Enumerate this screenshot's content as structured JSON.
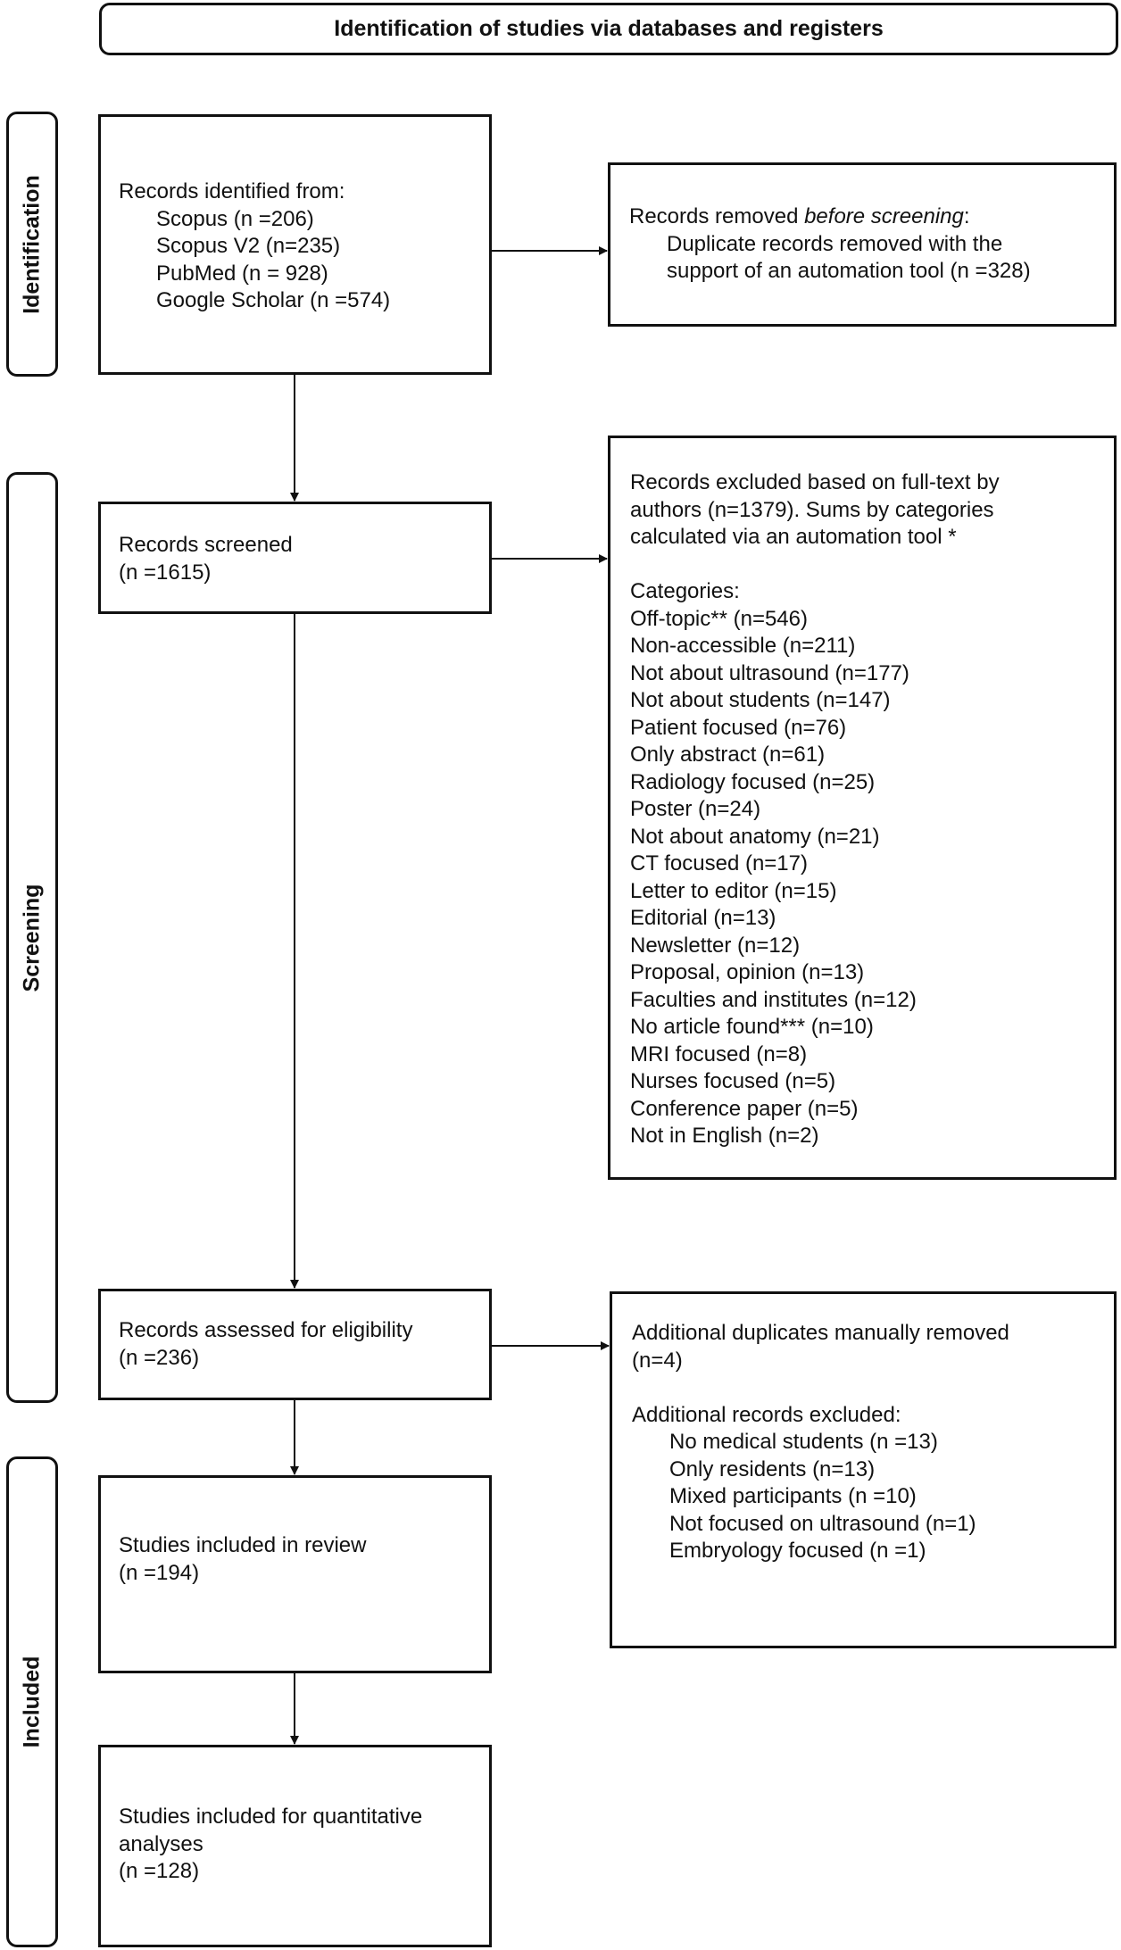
{
  "header": {
    "title": "Identification of studies via databases and registers"
  },
  "phases": {
    "identification": "Identification",
    "screening": "Screening",
    "included": "Included"
  },
  "identified": {
    "heading": "Records identified from:",
    "sources": [
      "Scopus (n =206)",
      "Scopus V2 (n=235)",
      "PubMed (n = 928)",
      "Google Scholar (n =574)"
    ]
  },
  "removed": {
    "heading_prefix": "Records removed ",
    "heading_em": "before screening",
    "heading_suffix": ":",
    "line1": "Duplicate records removed with the",
    "line2": "support of an automation tool (n =328)"
  },
  "screened": {
    "label": "Records screened",
    "count": "(n =1615)"
  },
  "excluded": {
    "lines": [
      "Records excluded based on full-text by",
      "authors (n=1379). Sums by categories",
      "calculated via an automation tool *"
    ],
    "categories_label": "Categories:",
    "categories": [
      "Off-topic** (n=546)",
      "Non-accessible (n=211)",
      "Not about ultrasound (n=177)",
      "Not about students (n=147)",
      "Patient focused (n=76)",
      "Only abstract (n=61)",
      "Radiology focused (n=25)",
      "Poster (n=24)",
      "Not about anatomy (n=21)",
      "CT focused (n=17)",
      "Letter to editor (n=15)",
      "Editorial (n=13)",
      "Newsletter (n=12)",
      "Proposal, opinion (n=13)",
      "Faculties and institutes (n=12)",
      "No article found*** (n=10)",
      "MRI focused (n=8)",
      "Nurses focused (n=5)",
      "Conference paper (n=5)",
      "Not in English (n=2)"
    ]
  },
  "eligibility": {
    "label": "Records assessed for eligibility",
    "count": "(n =236)"
  },
  "additional": {
    "dup_line1": "Additional duplicates manually removed",
    "dup_line2": "(n=4)",
    "excluded_label": "Additional records excluded:",
    "items": [
      "No medical students (n =13)",
      "Only residents (n=13)",
      "Mixed participants (n =10)",
      "Not focused on ultrasound (n=1)",
      "Embryology focused (n =1)"
    ]
  },
  "review": {
    "label": "Studies included in review",
    "count": "(n =194)"
  },
  "quantitative": {
    "line1": "Studies included for quantitative",
    "line2": "analyses",
    "count": "(n =128)"
  }
}
